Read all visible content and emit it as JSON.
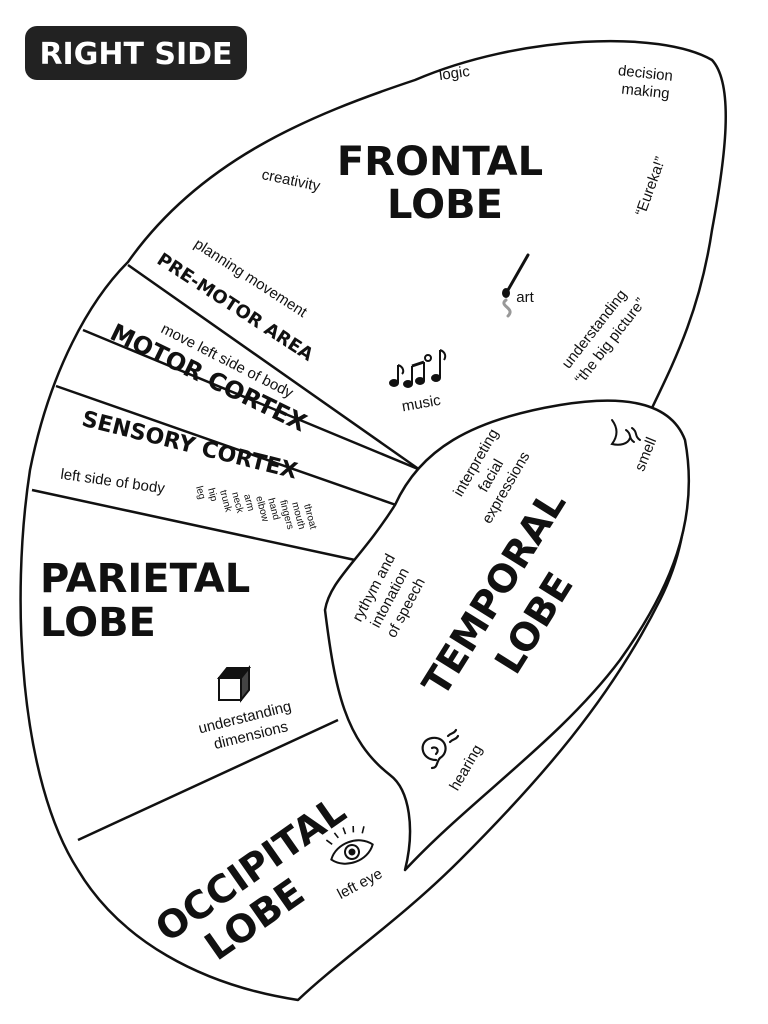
{
  "badge": {
    "text": "RIGHT SIDE",
    "bg_color": "#222222",
    "text_color": "#ffffff"
  },
  "frontal": {
    "title_line1": "FRONTAL",
    "title_line2": "LOBE",
    "logic": "logic",
    "decision_line1": "decision",
    "decision_line2": "making",
    "creativity": "creativity",
    "eureka": "“Eureka!”",
    "art": "art",
    "music": "music",
    "big_picture_line1": "understanding",
    "big_picture_line2": "“the big picture”"
  },
  "premotor": {
    "title": "PRE-MOTOR AREA",
    "note": "planning movement"
  },
  "motor": {
    "title": "MOTOR CORTEX",
    "note": "move left side of body"
  },
  "sensory": {
    "title": "SENSORY CORTEX",
    "note": "left side of body",
    "parts": [
      "leg",
      "hip",
      "trunk",
      "neck",
      "arm",
      "elbow",
      "hand",
      "fingers",
      "mouth",
      "throat"
    ]
  },
  "parietal": {
    "title_line1": "PARIETAL",
    "title_line2": "LOBE",
    "note_line1": "understanding",
    "note_line2": "dimensions"
  },
  "temporal": {
    "title_line1": "TEMPORAL",
    "title_line2": "LOBE",
    "faces_line1": "interpreting",
    "faces_line2": "facial",
    "faces_line3": "expressions",
    "speech_line1": "rythym and",
    "speech_line2": "intonation",
    "speech_line3": "of speech",
    "smell": "smell",
    "hearing": "hearing"
  },
  "occipital": {
    "title_line1": "OCCIPITAL",
    "title_line2": "LOBE",
    "note": "left eye"
  },
  "icons": [
    "paintbrush-icon",
    "music-notes-icon",
    "cube-icon",
    "nose-smell-icon",
    "ear-icon",
    "eye-icon"
  ]
}
